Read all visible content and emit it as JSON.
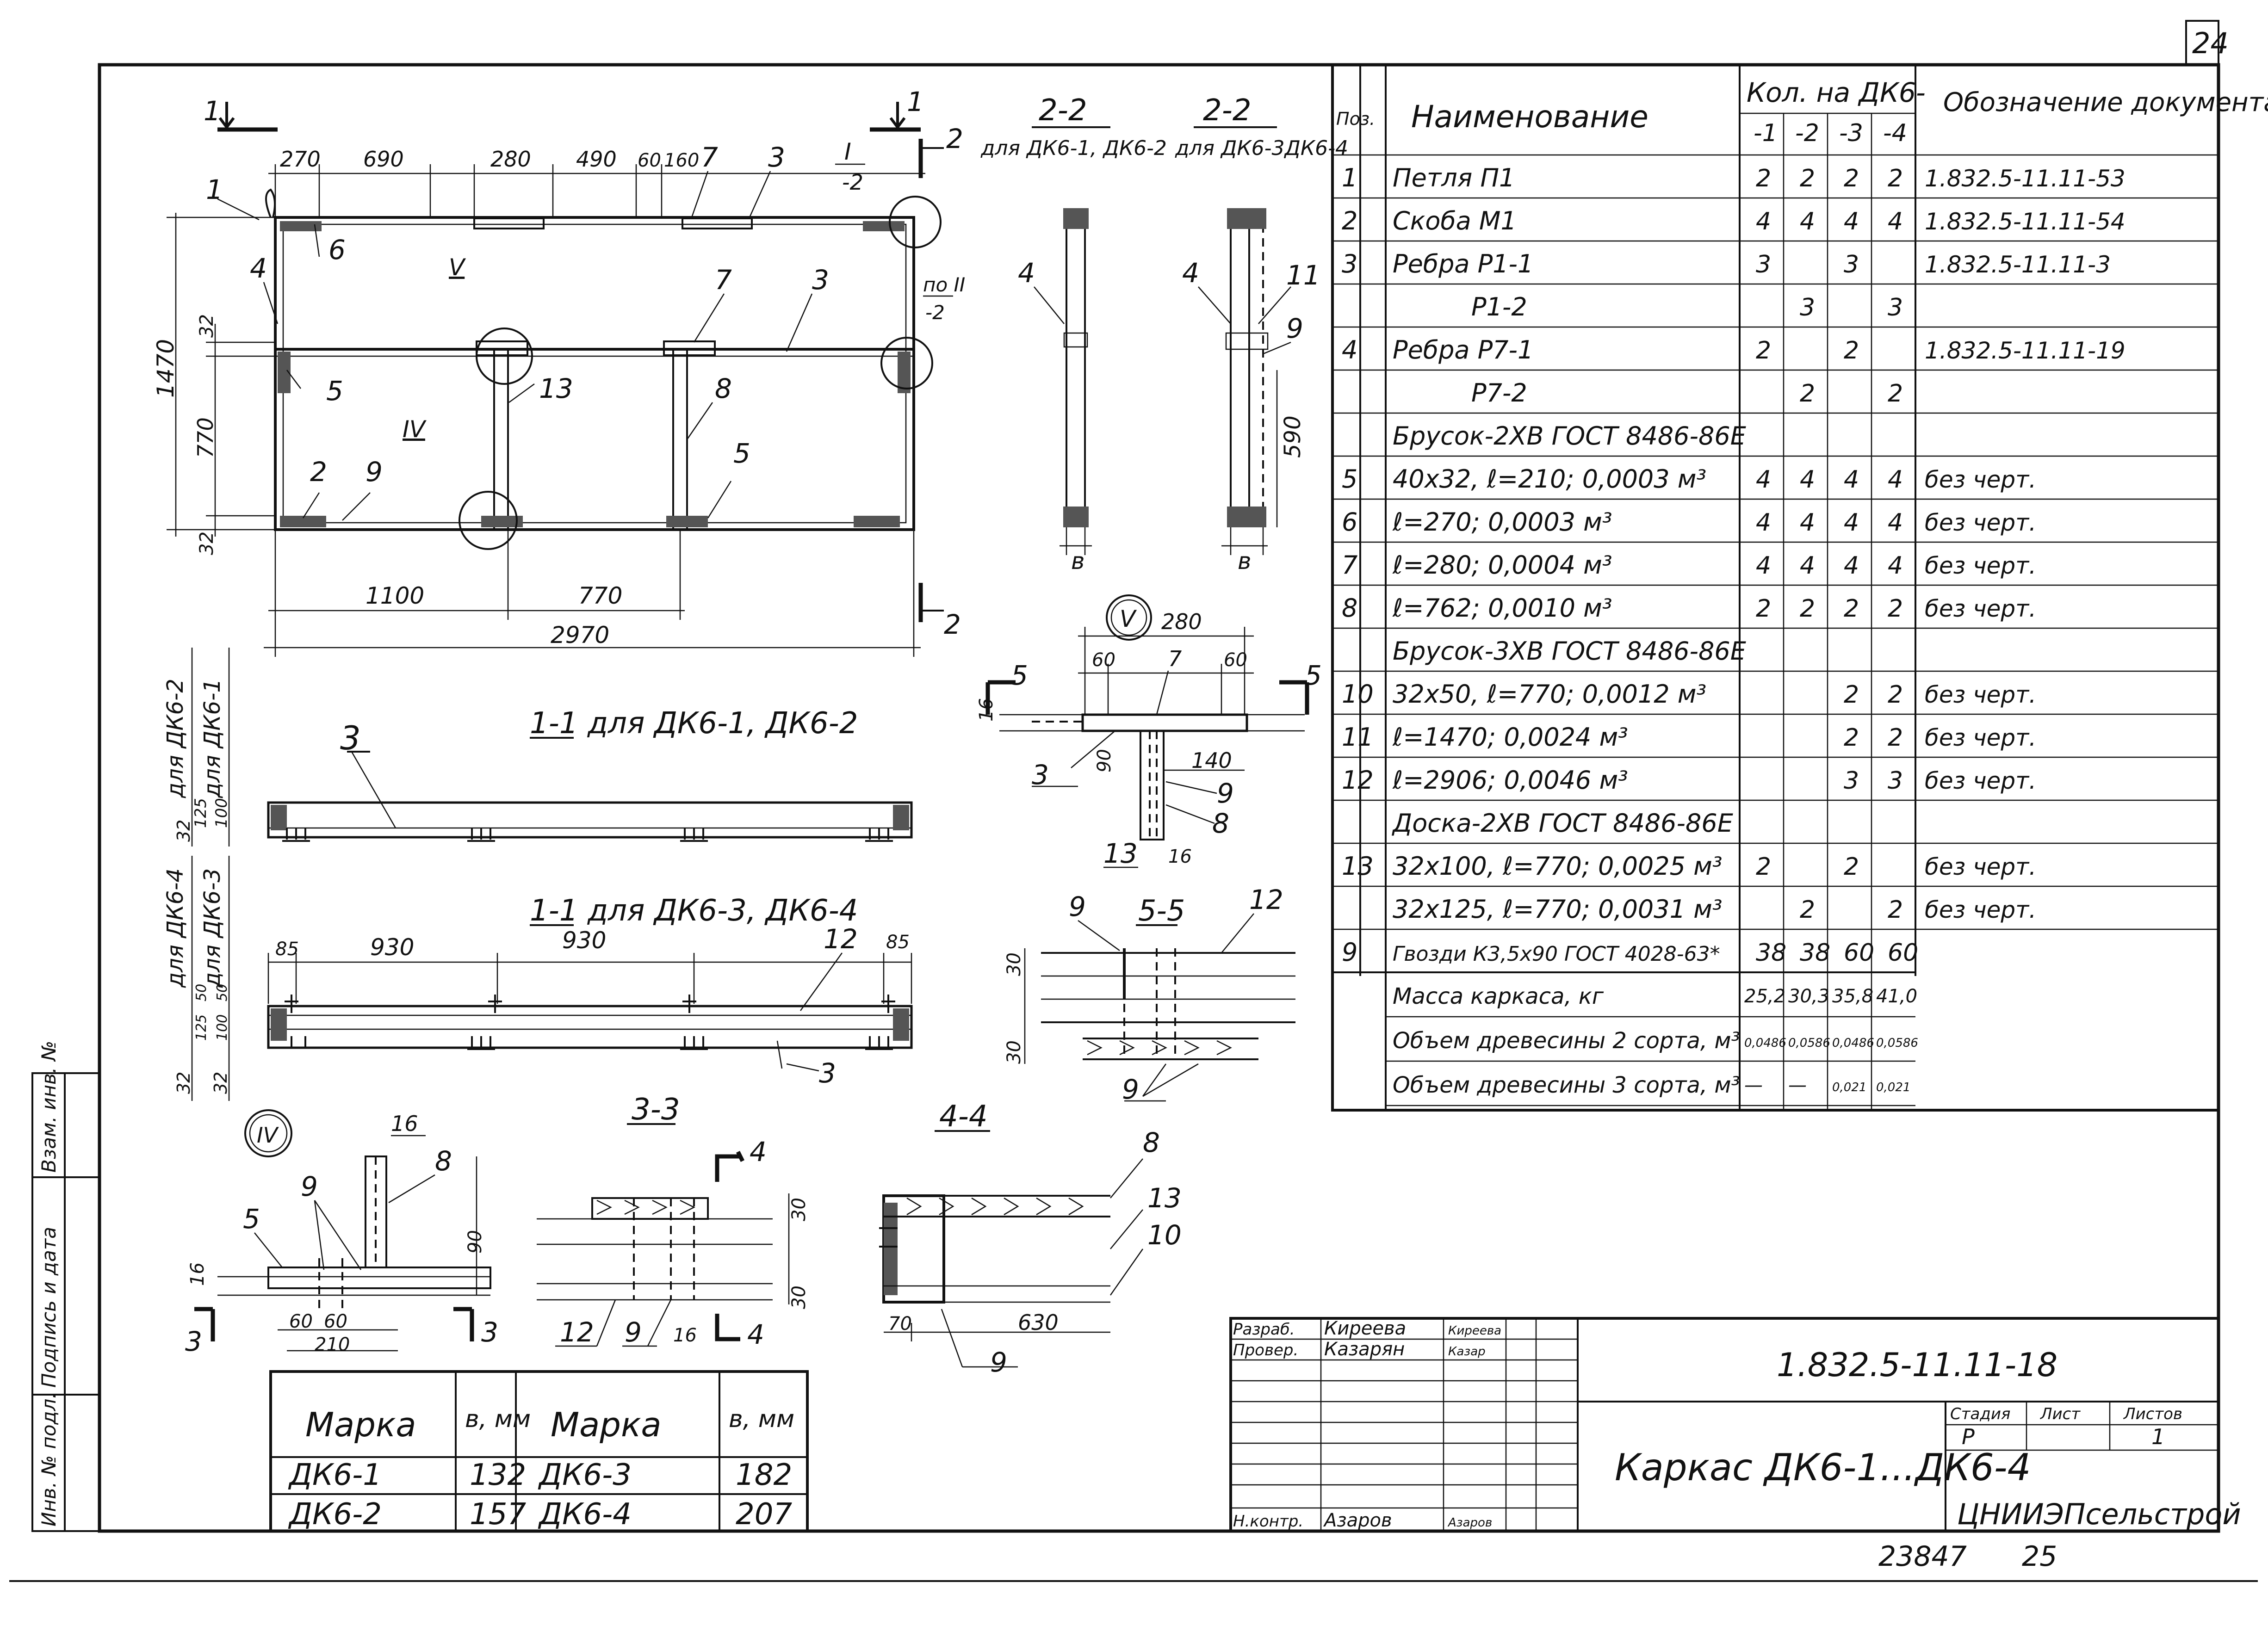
{
  "sheet_number": "24",
  "plan": {
    "dims_top": [
      "270",
      "690",
      "280",
      "490",
      "60",
      "160"
    ],
    "dims_bottom": [
      "1100",
      "770",
      "2970"
    ],
    "dims_left": [
      "32",
      "770",
      "32",
      "1470"
    ],
    "pos_labels": [
      "1",
      "7",
      "3",
      "4",
      "6",
      "7",
      "3",
      "5",
      "13",
      "8",
      "2",
      "9",
      "5"
    ],
    "section_marks": [
      "1",
      "1",
      "2",
      "2"
    ],
    "node_marks": [
      "I",
      "-2",
      "V",
      "IV",
      "по II",
      "-2"
    ]
  },
  "section22": {
    "left_title": "2-2",
    "left_subtitle": "для ДК6-1, ДК6-2",
    "right_title": "2-2",
    "right_subtitle": "для ДК6-3ДК6-4",
    "labels_left": [
      "4",
      "в"
    ],
    "labels_right": [
      "4",
      "11",
      "9",
      "590",
      "в"
    ],
    "node_v": "V"
  },
  "section11a": {
    "title": "1-1 для ДК6-1, ДК6-2",
    "pos": "3",
    "side_labels": [
      "для ДК6-2",
      "для ДК6-1"
    ],
    "side_dims": [
      "32",
      "125",
      "100"
    ]
  },
  "section11b": {
    "title": "1-1 для ДК6-3, ДК6-4",
    "dims": [
      "85",
      "930",
      "930",
      "85"
    ],
    "pos": [
      "12",
      "3"
    ],
    "side_labels": [
      "для ДК6-4",
      "для ДК6-3"
    ],
    "side_dims": [
      "32",
      "125",
      "50",
      "32",
      "100",
      "50"
    ]
  },
  "node5": {
    "dims": [
      "280",
      "60",
      "7",
      "60",
      "16",
      "90",
      "140"
    ],
    "pos": [
      "5",
      "5",
      "3",
      "9",
      "8",
      "13",
      "16"
    ]
  },
  "section55": {
    "title": "5-5",
    "pos": [
      "9",
      "12",
      "9"
    ],
    "dims": [
      "30",
      "30"
    ]
  },
  "node4": {
    "mark": "IV",
    "pos": [
      "16",
      "8",
      "9",
      "5"
    ],
    "dims": [
      "16",
      "90",
      "60",
      "60",
      "210"
    ],
    "cut": [
      "3",
      "3"
    ]
  },
  "section33": {
    "title": "3-3",
    "pos": [
      "12",
      "9",
      "16",
      "4",
      "4"
    ],
    "dims": [
      "30",
      "30"
    ]
  },
  "section44": {
    "title": "4-4",
    "pos": [
      "8",
      "13",
      "10",
      "9"
    ],
    "dims": [
      "70",
      "630"
    ]
  },
  "spec": {
    "head": {
      "pos": "Поз.",
      "name": "Наименование",
      "qty": "Кол. на ДК6-",
      "qty_cols": [
        "-1",
        "-2",
        "-3",
        "-4"
      ],
      "doc": "Обозначение документа"
    },
    "rows": [
      {
        "pos": "1",
        "name": "Петля П1",
        "q": [
          "2",
          "2",
          "2",
          "2"
        ],
        "doc": "1.832.5-11.11-53"
      },
      {
        "pos": "2",
        "name": "Скоба М1",
        "q": [
          "4",
          "4",
          "4",
          "4"
        ],
        "doc": "1.832.5-11.11-54"
      },
      {
        "pos": "3",
        "name": "Ребра Р1-1",
        "q": [
          "3",
          "",
          "3",
          ""
        ],
        "doc": "1.832.5-11.11-3"
      },
      {
        "pos": "",
        "name": "Р1-2",
        "q": [
          "",
          "3",
          "",
          "3"
        ],
        "doc": ""
      },
      {
        "pos": "4",
        "name": "Ребра Р7-1",
        "q": [
          "2",
          "",
          "2",
          ""
        ],
        "doc": "1.832.5-11.11-19"
      },
      {
        "pos": "",
        "name": "Р7-2",
        "q": [
          "",
          "2",
          "",
          "2"
        ],
        "doc": ""
      },
      {
        "pos": "",
        "name": "Брусок-2ХВ ГОСТ 8486-86Е",
        "q": [
          "",
          "",
          "",
          ""
        ],
        "doc": ""
      },
      {
        "pos": "5",
        "name": "40x32, ℓ=210; 0,0003 м³",
        "q": [
          "4",
          "4",
          "4",
          "4"
        ],
        "doc": "без черт."
      },
      {
        "pos": "6",
        "name": "ℓ=270; 0,0003 м³",
        "q": [
          "4",
          "4",
          "4",
          "4"
        ],
        "doc": "без черт."
      },
      {
        "pos": "7",
        "name": "ℓ=280; 0,0004 м³",
        "q": [
          "4",
          "4",
          "4",
          "4"
        ],
        "doc": "без черт."
      },
      {
        "pos": "8",
        "name": "ℓ=762; 0,0010 м³",
        "q": [
          "2",
          "2",
          "2",
          "2"
        ],
        "doc": "без черт."
      },
      {
        "pos": "",
        "name": "Брусок-3ХВ ГОСТ 8486-86Е",
        "q": [
          "",
          "",
          "",
          ""
        ],
        "doc": ""
      },
      {
        "pos": "10",
        "name": "32x50, ℓ=770; 0,0012 м³",
        "q": [
          "",
          "",
          "2",
          "2"
        ],
        "doc": "без черт."
      },
      {
        "pos": "11",
        "name": "ℓ=1470; 0,0024 м³",
        "q": [
          "",
          "",
          "2",
          "2"
        ],
        "doc": "без черт."
      },
      {
        "pos": "12",
        "name": "ℓ=2906; 0,0046 м³",
        "q": [
          "",
          "",
          "3",
          "3"
        ],
        "doc": "без черт."
      },
      {
        "pos": "",
        "name": "Доска-2ХВ ГОСТ 8486-86Е",
        "q": [
          "",
          "",
          "",
          ""
        ],
        "doc": ""
      },
      {
        "pos": "13",
        "name": "32x100, ℓ=770; 0,0025 м³",
        "q": [
          "2",
          "",
          "2",
          ""
        ],
        "doc": "без черт."
      },
      {
        "pos": "",
        "name": "32x125, ℓ=770; 0,0031 м³",
        "q": [
          "",
          "2",
          "",
          "2"
        ],
        "doc": "без черт."
      },
      {
        "pos": "9",
        "name": "Гвозди К3,5x90 ГОСТ 4028-63*",
        "q": [
          "38",
          "38",
          "60",
          "60"
        ],
        "doc": ""
      }
    ],
    "totals": [
      {
        "name": "Масса каркаса, кг",
        "q": [
          "25,2",
          "30,3",
          "35,8",
          "41,0"
        ]
      },
      {
        "name": "Объем древесины 2 сорта, м³",
        "q": [
          "0,0486",
          "0,0586",
          "0,0486",
          "0,0586"
        ]
      },
      {
        "name": "Объем древесины 3 сорта, м³",
        "q": [
          "—",
          "—",
          "0,021",
          "0,021"
        ]
      }
    ]
  },
  "marks_table": {
    "headers": [
      "Марка",
      "в, мм",
      "Марка",
      "в, мм"
    ],
    "rows": [
      [
        "ДК6-1",
        "132",
        "ДК6-3",
        "182"
      ],
      [
        "ДК6-2",
        "157",
        "ДК6-4",
        "207"
      ]
    ]
  },
  "side_stamp": [
    "Инв. № подл.",
    "Подпись и дата",
    "Взам. инв. №"
  ],
  "title_block": {
    "roles": [
      "Разраб.",
      "Провер.",
      "Н.контр."
    ],
    "names": [
      "Киреева",
      "Казарян",
      "Азаров"
    ],
    "signatures": [
      "Киреева",
      "Казар",
      "Азаров"
    ],
    "code": "1.832.5-11.11-18",
    "title": "Каркас ДК6-1...ДК6-4",
    "stage_label": "Стадия",
    "sheet_label": "Лист",
    "sheets_label": "Листов",
    "stage": "Р",
    "sheets": "1",
    "org": "ЦНИИЭПсельстрой"
  },
  "footer": {
    "number": "23847",
    "page": "25"
  }
}
